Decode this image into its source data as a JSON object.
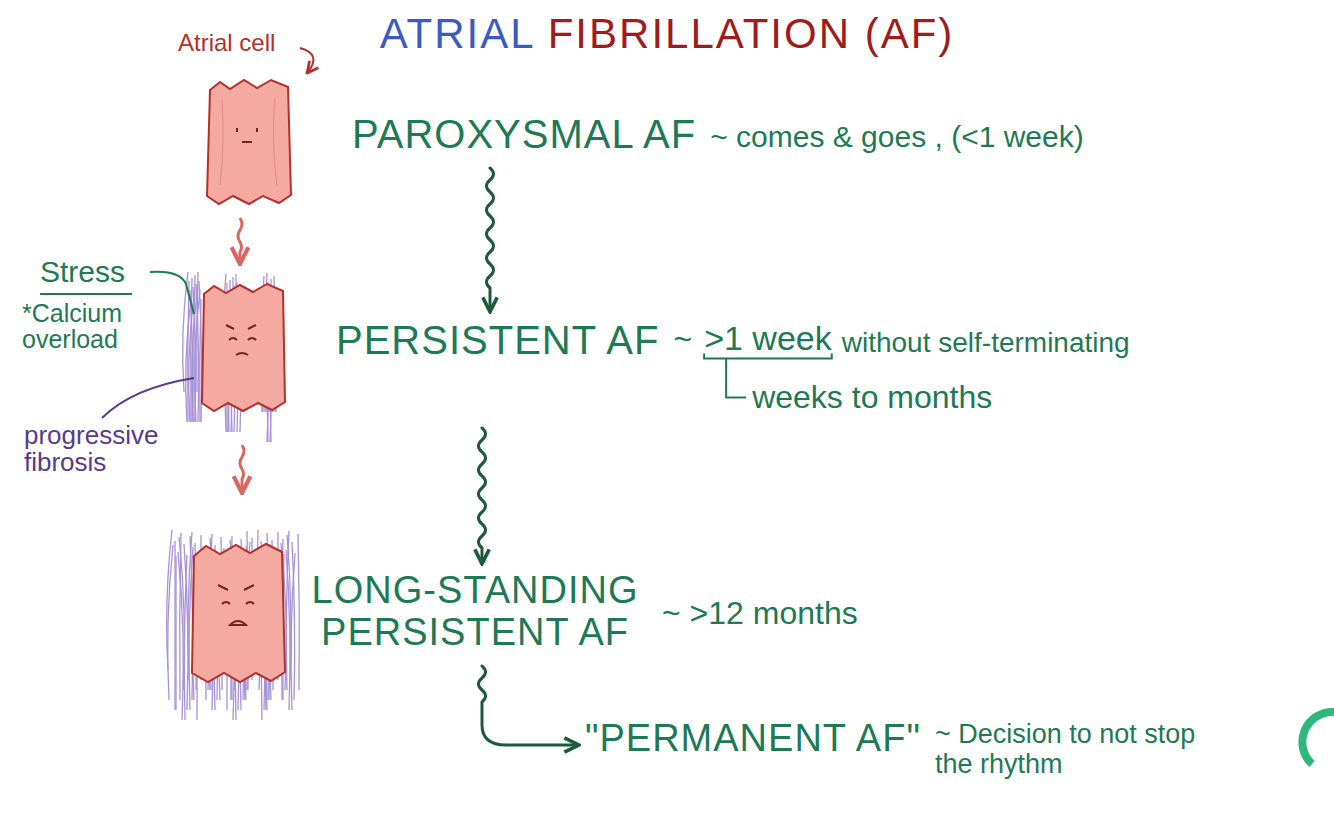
{
  "diagram": {
    "title": "ATRIAL FIBRILLATION (AF)",
    "nodes": [
      {
        "text": [
          "PAROXYSMAL AF",
          "~ comes & goes , (<1 week)"
        ]
      },
      {
        "text": [
          "PERSISTENT AF",
          "~",
          ">1 week",
          "without self-terminating",
          "weeks to months"
        ]
      },
      {
        "text": [
          "LONG-STANDING PERSISTENT AF",
          "~ >12 months"
        ]
      },
      {
        "text": [
          "\"PERMANENT AF\"",
          "~ Decision to not stop the rhythm"
        ]
      }
    ],
    "edges": [
      {
        "from": 0,
        "to": 1,
        "arrow": "to"
      },
      {
        "from": 1,
        "to": 2,
        "arrow": "to"
      },
      {
        "from": 2,
        "to": 3,
        "arrow": "to"
      }
    ],
    "labels": [
      "Atrial cell",
      "Stress",
      "*Calcium overload",
      "progressive fibrosis"
    ]
  }
}
